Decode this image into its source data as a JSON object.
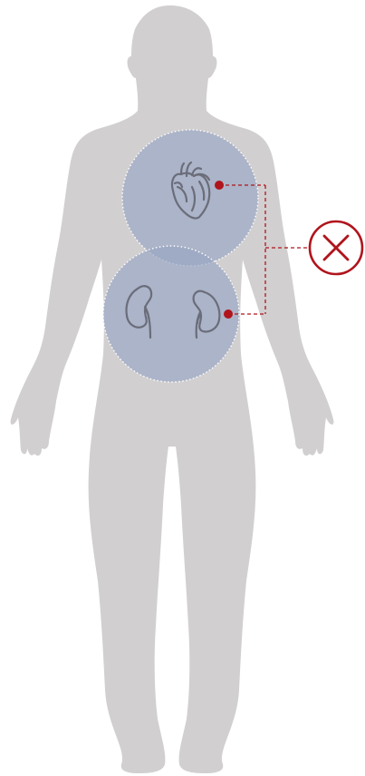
{
  "figure": {
    "subject": "human-body-silhouette",
    "organs": [
      {
        "name": "heart",
        "icon": "heart-icon"
      },
      {
        "name": "kidneys",
        "icon": "kidneys-icon"
      }
    ],
    "indicator": {
      "icon": "x-mark-icon",
      "meaning": "not-allowed"
    }
  },
  "colors": {
    "silhouette": "#d1cfd0",
    "highlight_circle": "#9aa6c4",
    "organ_stroke": "#6b6d7a",
    "accent_red": "#b0141c",
    "dotted_outline": "#ffffff"
  }
}
